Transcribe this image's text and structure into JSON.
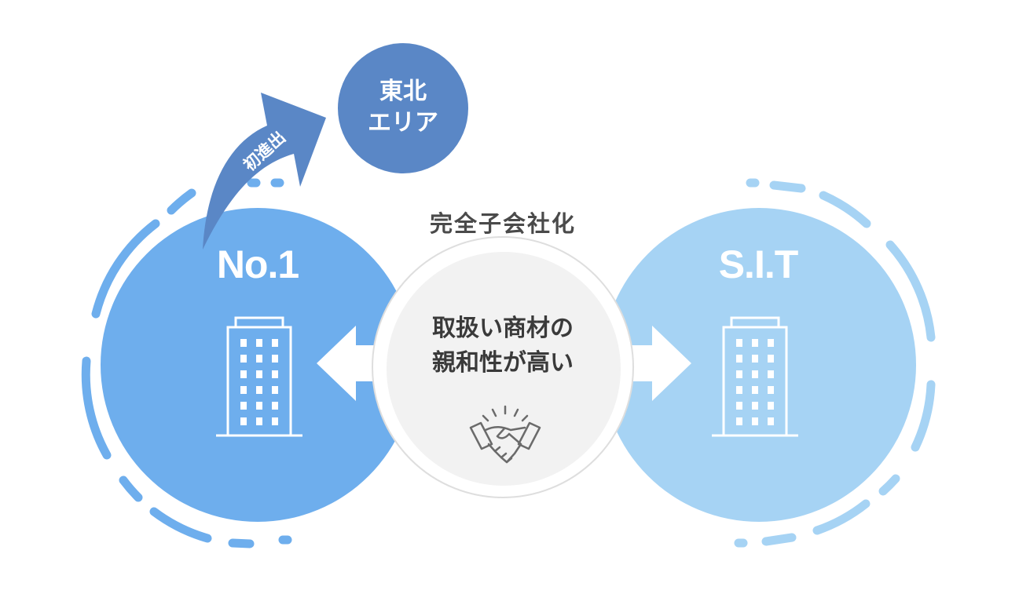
{
  "left_company": {
    "name": "No.1",
    "color": "#6eaeed"
  },
  "right_company": {
    "name": "S.I.T",
    "color": "#a6d3f4"
  },
  "expansion": {
    "arrow_label": "初進出",
    "area_line1": "東北",
    "area_line2": "エリア",
    "color": "#5a87c6"
  },
  "relationship": {
    "arc_label": "完全子会社化",
    "center_line1": "取扱い商材の",
    "center_line2": "親和性が高い"
  },
  "icons": {
    "left_building": "building-icon",
    "right_building": "building-icon",
    "handshake": "handshake-icon"
  }
}
